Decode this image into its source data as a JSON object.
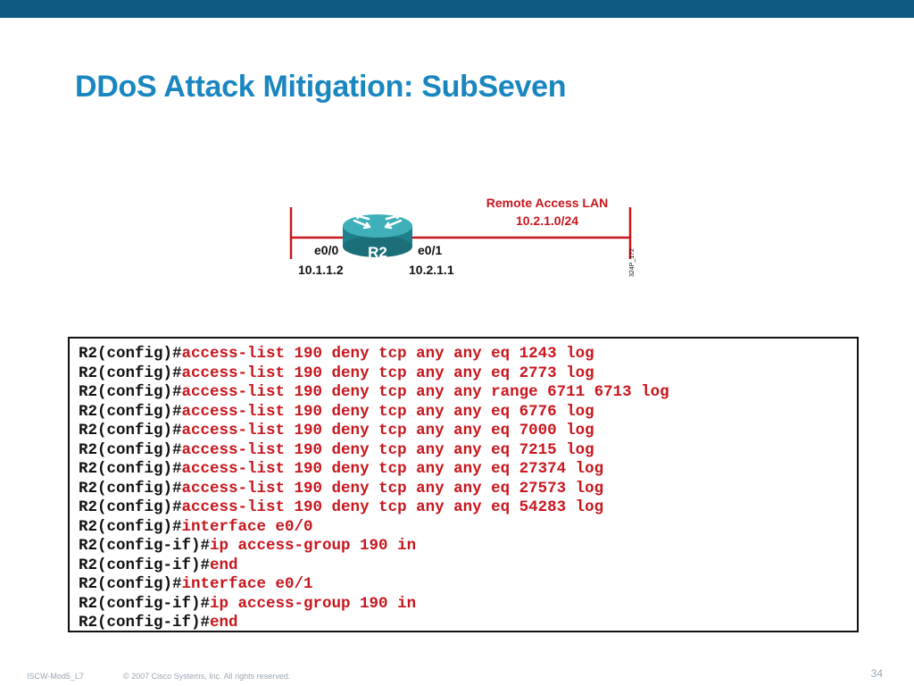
{
  "slide": {
    "title": "DDoS Attack Mitigation: SubSeven",
    "footer_course": "ISCW-Mod5_L7",
    "footer_copyright": "© 2007 Cisco Systems, Inc. All rights reserved.",
    "page_number": "34"
  },
  "diagram": {
    "router_label": "R2",
    "left_interface": "e0/0",
    "left_ip": "10.1.1.2",
    "right_interface": "e0/1",
    "right_ip": "10.2.1.1",
    "lan_label": "Remote Access LAN",
    "lan_subnet": "10.2.1.0/24",
    "figure_id": "324P_172",
    "colors": {
      "network_line": "#c8161d",
      "router_fill": "#2a8f9a",
      "lan_label": "#c8161d"
    }
  },
  "code": {
    "lines": [
      {
        "prompt": "R2(config)#",
        "command": "access-list 190 deny tcp any any eq 1243 log"
      },
      {
        "prompt": "R2(config)#",
        "command": "access-list 190 deny tcp any any eq 2773 log"
      },
      {
        "prompt": "R2(config)#",
        "command": "access-list 190 deny tcp any any range 6711 6713 log"
      },
      {
        "prompt": "R2(config)#",
        "command": "access-list 190 deny tcp any any eq 6776 log"
      },
      {
        "prompt": "R2(config)#",
        "command": "access-list 190 deny tcp any any eq 7000 log"
      },
      {
        "prompt": "R2(config)#",
        "command": "access-list 190 deny tcp any any eq 7215 log"
      },
      {
        "prompt": "R2(config)#",
        "command": "access-list 190 deny tcp any any eq 27374 log"
      },
      {
        "prompt": "R2(config)#",
        "command": "access-list 190 deny tcp any any eq 27573 log"
      },
      {
        "prompt": "R2(config)#",
        "command": "access-list 190 deny tcp any any eq 54283 log"
      },
      {
        "prompt": "R2(config)#",
        "command": "interface e0/0"
      },
      {
        "prompt": "R2(config-if)#",
        "command": "ip access-group 190 in"
      },
      {
        "prompt": "R2(config-if)#",
        "command": "end"
      },
      {
        "prompt": "R2(config)#",
        "command": "interface e0/1"
      },
      {
        "prompt": "R2(config-if)#",
        "command": "ip access-group 190 in"
      },
      {
        "prompt": "R2(config-if)#",
        "command": "end"
      }
    ]
  }
}
